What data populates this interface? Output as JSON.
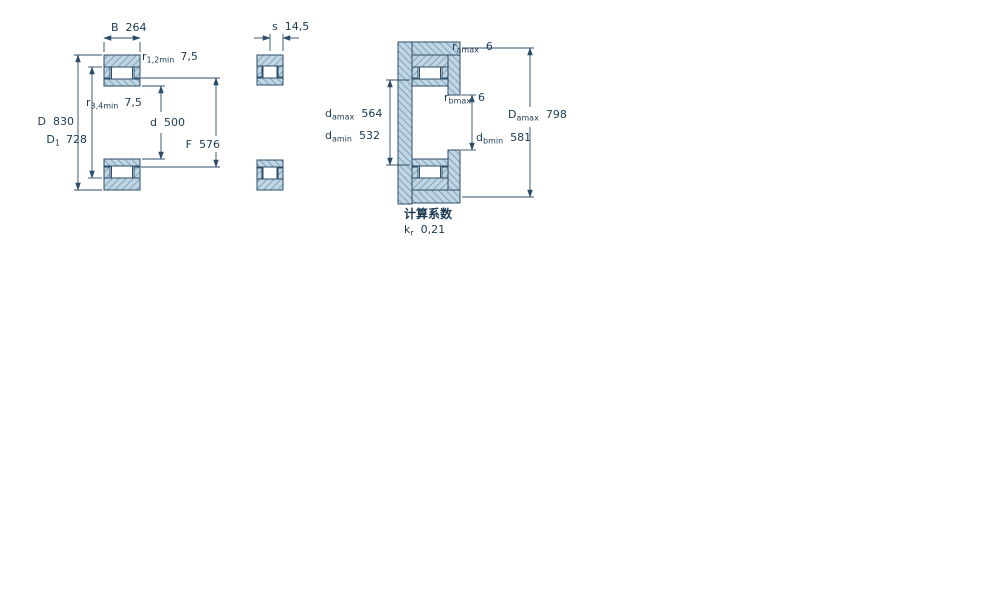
{
  "colors": {
    "outline": "#2e4d68",
    "section_fill": "#c1d5e2",
    "hatch_line": "#7fa6bd",
    "text": "#1b3a52",
    "background": "#ffffff"
  },
  "views": {
    "section": {
      "dims": {
        "B": {
          "base": "B",
          "value": "264"
        },
        "r12": {
          "base": "r",
          "sub": "1,2min",
          "value": "7,5"
        },
        "r34": {
          "base": "r",
          "sub": "3,4min",
          "value": "7,5"
        },
        "d": {
          "base": "d",
          "value": "500"
        },
        "D": {
          "base": "D",
          "value": "830"
        },
        "D1": {
          "base": "D",
          "sub": "1",
          "value": "728"
        },
        "F": {
          "base": "F",
          "value": "576"
        }
      }
    },
    "side": {
      "dims": {
        "s": {
          "base": "s",
          "value": "14,5"
        }
      }
    },
    "mounting": {
      "dims": {
        "ramax": {
          "base": "r",
          "sub": "amax",
          "value": "6"
        },
        "rbmax": {
          "base": "r",
          "sub": "bmax",
          "value": "6"
        },
        "damax": {
          "base": "d",
          "sub": "amax",
          "value": "564"
        },
        "damin": {
          "base": "d",
          "sub": "amin",
          "value": "532"
        },
        "dbmin": {
          "base": "d",
          "sub": "bmin",
          "value": "581"
        },
        "Damax": {
          "base": "D",
          "sub": "amax",
          "value": "798"
        }
      }
    },
    "factors": {
      "title": "计算系数",
      "kr": {
        "base": "k",
        "sub": "r",
        "value": "0,21"
      }
    }
  }
}
